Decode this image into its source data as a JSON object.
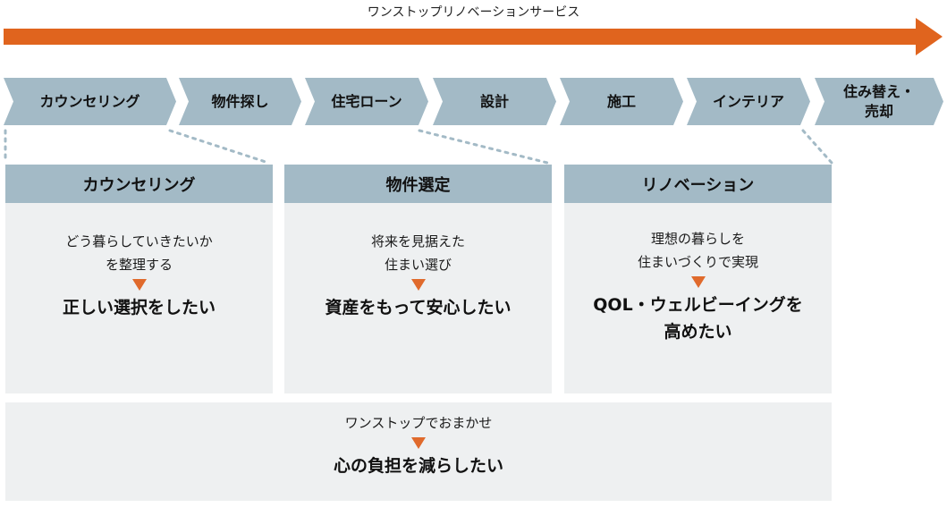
{
  "header": {
    "title": "ワンストップリノベーションサービス",
    "arrow_color": "#e0641e"
  },
  "colors": {
    "step_bg": "#a3bac6",
    "card_bg": "#eef0f1",
    "accent_triangle": "#e06a2c",
    "connector": "#a3bac6"
  },
  "steps": [
    {
      "label": "カウンセリング"
    },
    {
      "label": "物件探し"
    },
    {
      "label": "住宅ローン"
    },
    {
      "label": "設計"
    },
    {
      "label": "施工"
    },
    {
      "label": "インテリア"
    },
    {
      "label_lines": [
        "住み替え・",
        "売却"
      ]
    }
  ],
  "cards": [
    {
      "title": "カウンセリング",
      "desc_lines": [
        "どう暮らしていきたいか",
        "を整理する"
      ],
      "result_lines": [
        "正しい選択をしたい"
      ]
    },
    {
      "title": "物件選定",
      "desc_lines": [
        "将来を見据えた",
        "住まい選び"
      ],
      "result_lines": [
        "資産をもって安心したい"
      ]
    },
    {
      "title": "リノベーション",
      "desc_lines": [
        "理想の暮らしを",
        "住まいづくりで実現"
      ],
      "result_lines": [
        "QOL・ウェルビーイングを",
        "高めたい"
      ]
    }
  ],
  "bottom": {
    "desc": "ワンストップでおまかせ",
    "result": "心の負担を減らしたい"
  }
}
